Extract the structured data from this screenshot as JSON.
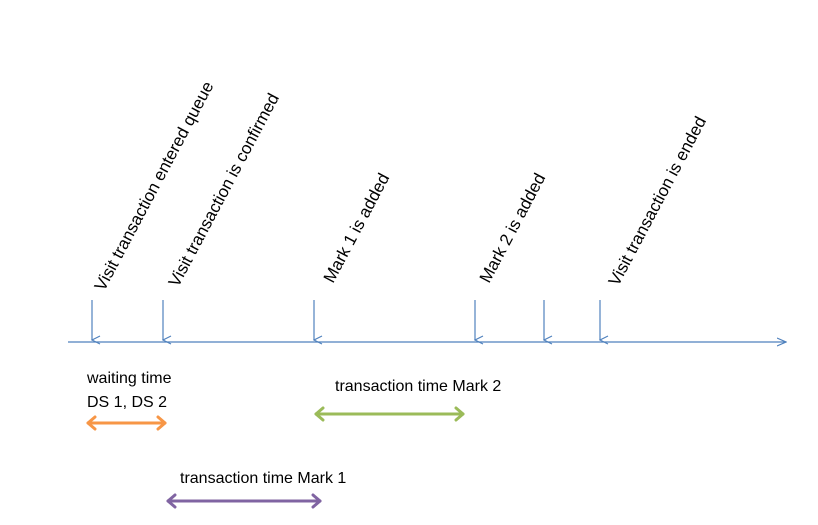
{
  "timeline": {
    "events": [
      {
        "label": "Visit transaction entered queue"
      },
      {
        "label": "Visit transaction is confirmed"
      },
      {
        "label": "Mark 1 is added"
      },
      {
        "label": "Mark 2 is added"
      },
      {
        "label": ""
      },
      {
        "label": "Visit transaction is ended"
      }
    ],
    "colors": {
      "axis": "#4f81bd",
      "waiting": "#f79646",
      "mark2": "#9bbb59",
      "mark1": "#8064a2"
    }
  },
  "spans": {
    "waiting": {
      "line1": "waiting time",
      "line2": "DS 1, DS 2"
    },
    "mark2": {
      "label": "transaction time Mark 2"
    },
    "mark1": {
      "label": "transaction time Mark 1"
    }
  }
}
